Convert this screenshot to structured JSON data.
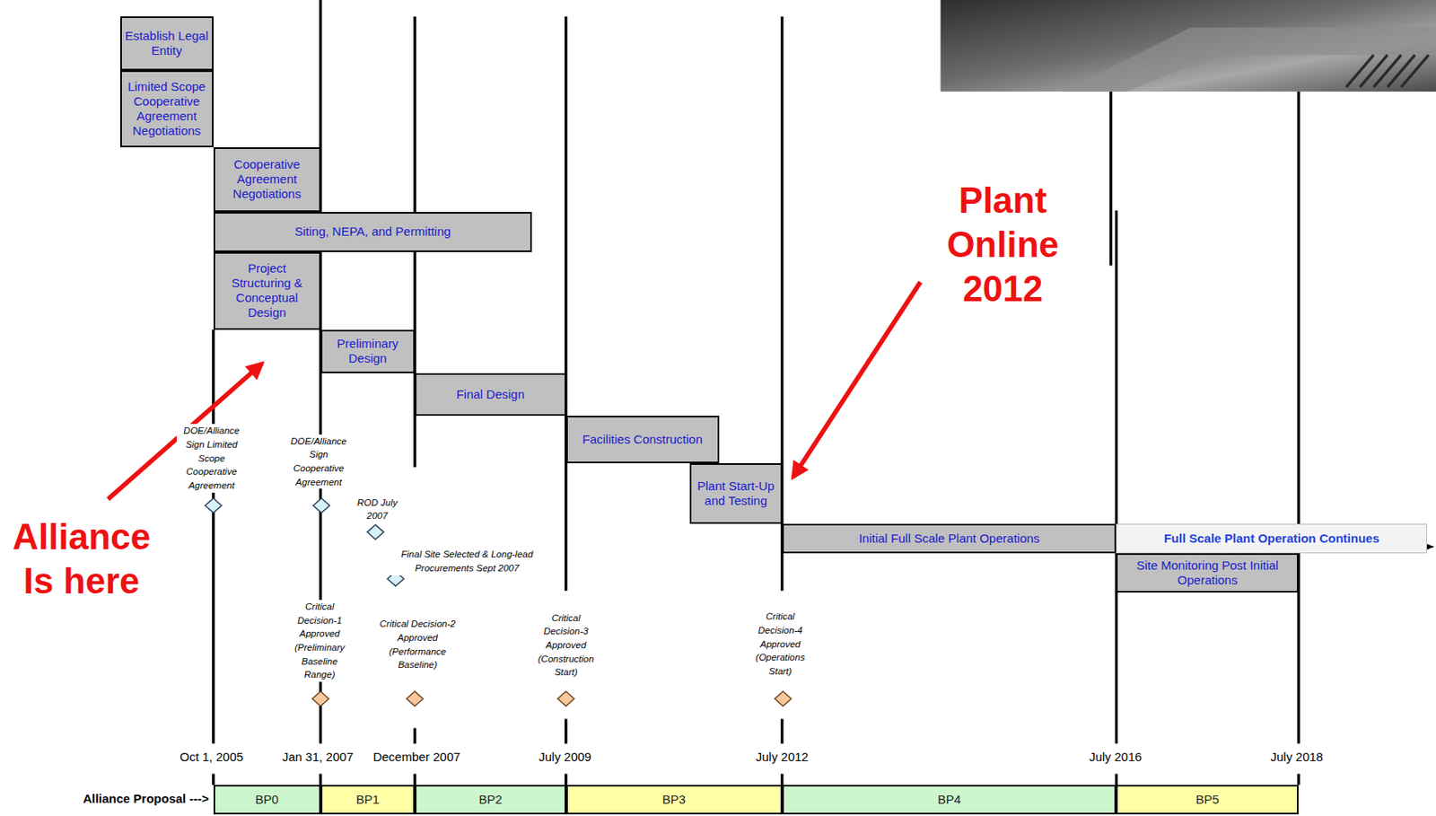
{
  "diagram": {
    "nodes": [
      {
        "text": [
          "Establish Legal Entity"
        ]
      },
      {
        "text": [
          "Limited Scope Cooperative Agreement Negotiations"
        ]
      },
      {
        "text": [
          "Cooperative Agreement Negotiations"
        ]
      },
      {
        "text": [
          "Siting, NEPA, and Permitting"
        ]
      },
      {
        "text": [
          "Project Structuring & Conceptual Design"
        ]
      },
      {
        "text": [
          "Preliminary Design"
        ]
      },
      {
        "text": [
          "Final Design"
        ]
      },
      {
        "text": [
          "Facilities Construction"
        ]
      },
      {
        "text": [
          "Plant Start-Up and Testing"
        ]
      },
      {
        "text": [
          "Initial Full Scale Plant Operations"
        ]
      },
      {
        "text": [
          "Full Scale Plant Operation Continues"
        ]
      },
      {
        "text": [
          "Site Monitoring Post Initial Operations"
        ]
      },
      {
        "text": [
          "BP0"
        ]
      },
      {
        "text": [
          "BP1"
        ]
      },
      {
        "text": [
          "BP2"
        ]
      },
      {
        "text": [
          "BP3"
        ]
      },
      {
        "text": [
          "BP4"
        ]
      },
      {
        "text": [
          "BP5"
        ]
      }
    ],
    "labels": [
      "Alliance Is here",
      "Plant Online 2012",
      "DOE/Alliance Sign Limited Scope Cooperative Agreement",
      "DOE/Alliance Sign Cooperative Agreement",
      "ROD July 2007",
      "Final Site Selected & Long-lead Procurements Sept 2007",
      "Critical Decision-1 Approved (Preliminary Baseline Range)",
      "Critical Decision-2 Approved (Performance Baseline)",
      "Critical Decision-3 Approved (Construction Start)",
      "Critical Decision-4 Approved (Operations Start)",
      "Oct 1, 2005",
      "Jan 31, 2007",
      "December 2007",
      "July 2009",
      "July 2012",
      "July 2016",
      "July 2018",
      "Alliance Proposal --->"
    ]
  }
}
